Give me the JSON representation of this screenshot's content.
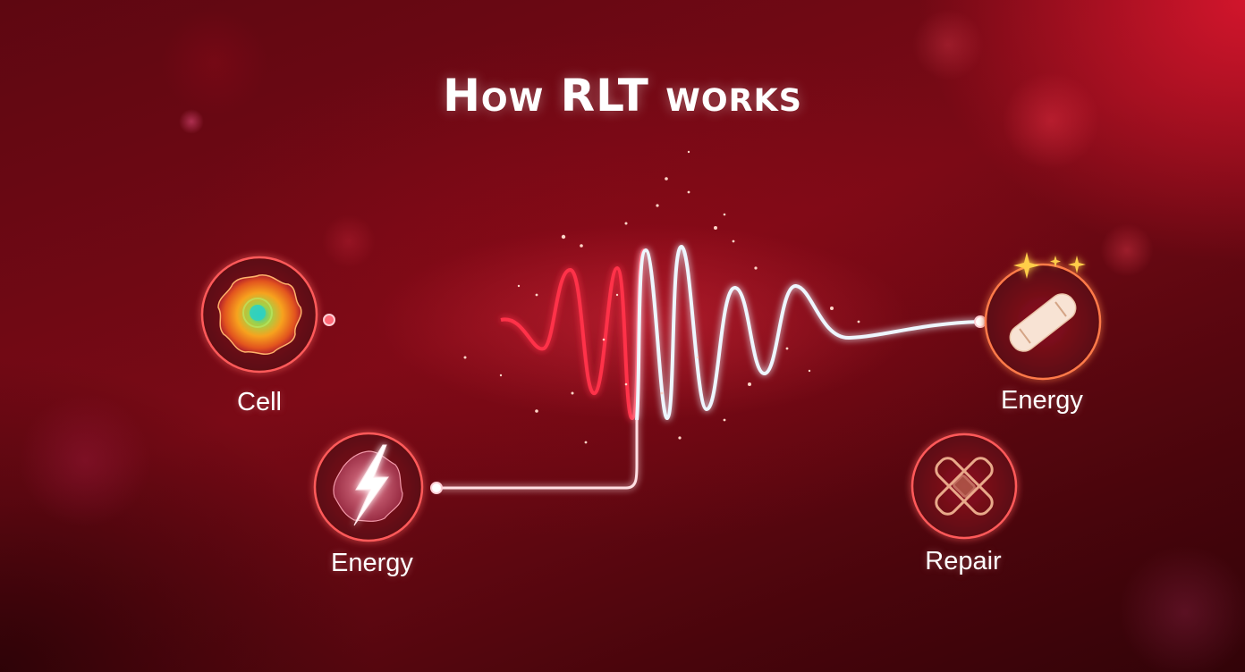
{
  "diagram": {
    "title": "How RLT works",
    "nodes": [
      {
        "id": "cell",
        "label": "Cell",
        "icon": "cell-icon"
      },
      {
        "id": "energy-left",
        "label": "Energy",
        "icon": "lightning-cell-icon"
      },
      {
        "id": "energy-right",
        "label": "Energy",
        "icon": "bandage-icon"
      },
      {
        "id": "repair",
        "label": "Repair",
        "icon": "crossed-bandage-icon"
      }
    ]
  },
  "colors": {
    "background": "#6a0913",
    "accent_red": "#ff3048",
    "wave_white": "#eef6ff",
    "ring": "#ff5a5a"
  }
}
